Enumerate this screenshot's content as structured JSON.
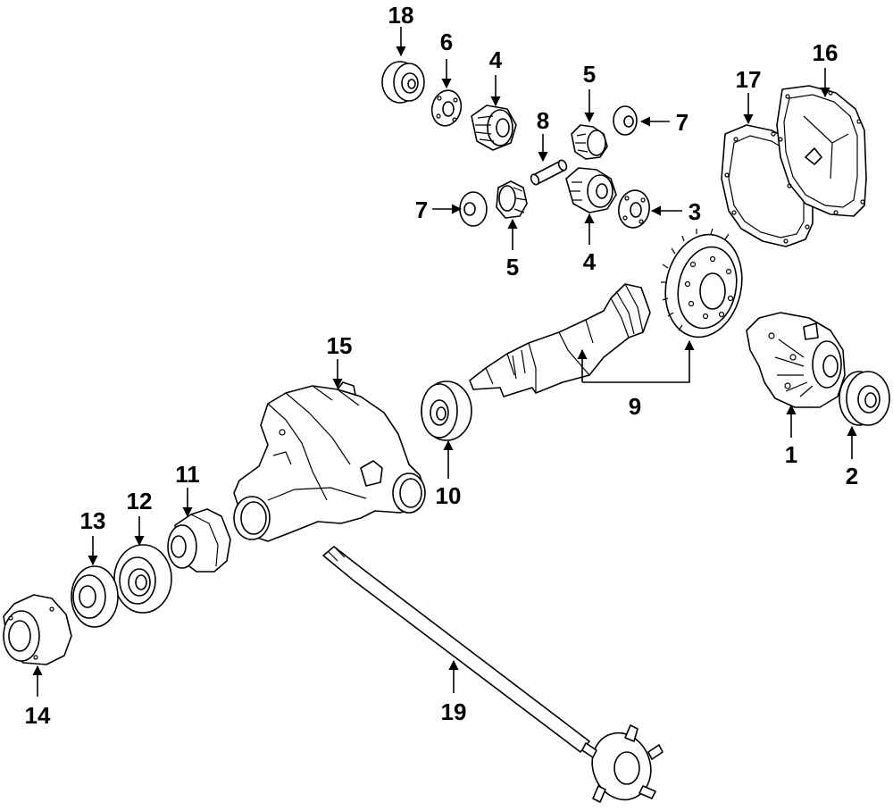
{
  "diagram": {
    "callouts": {
      "c1": "1",
      "c2": "2",
      "c3": "3",
      "c4a": "4",
      "c4b": "4",
      "c5a": "5",
      "c5b": "5",
      "c6": "6",
      "c7a": "7",
      "c7b": "7",
      "c8": "8",
      "c9": "9",
      "c10": "10",
      "c11": "11",
      "c12": "12",
      "c13": "13",
      "c14": "14",
      "c15": "15",
      "c16": "16",
      "c17": "17",
      "c18": "18",
      "c19": "19"
    }
  },
  "colors": {
    "line": "#000000",
    "background": "#ffffff"
  }
}
